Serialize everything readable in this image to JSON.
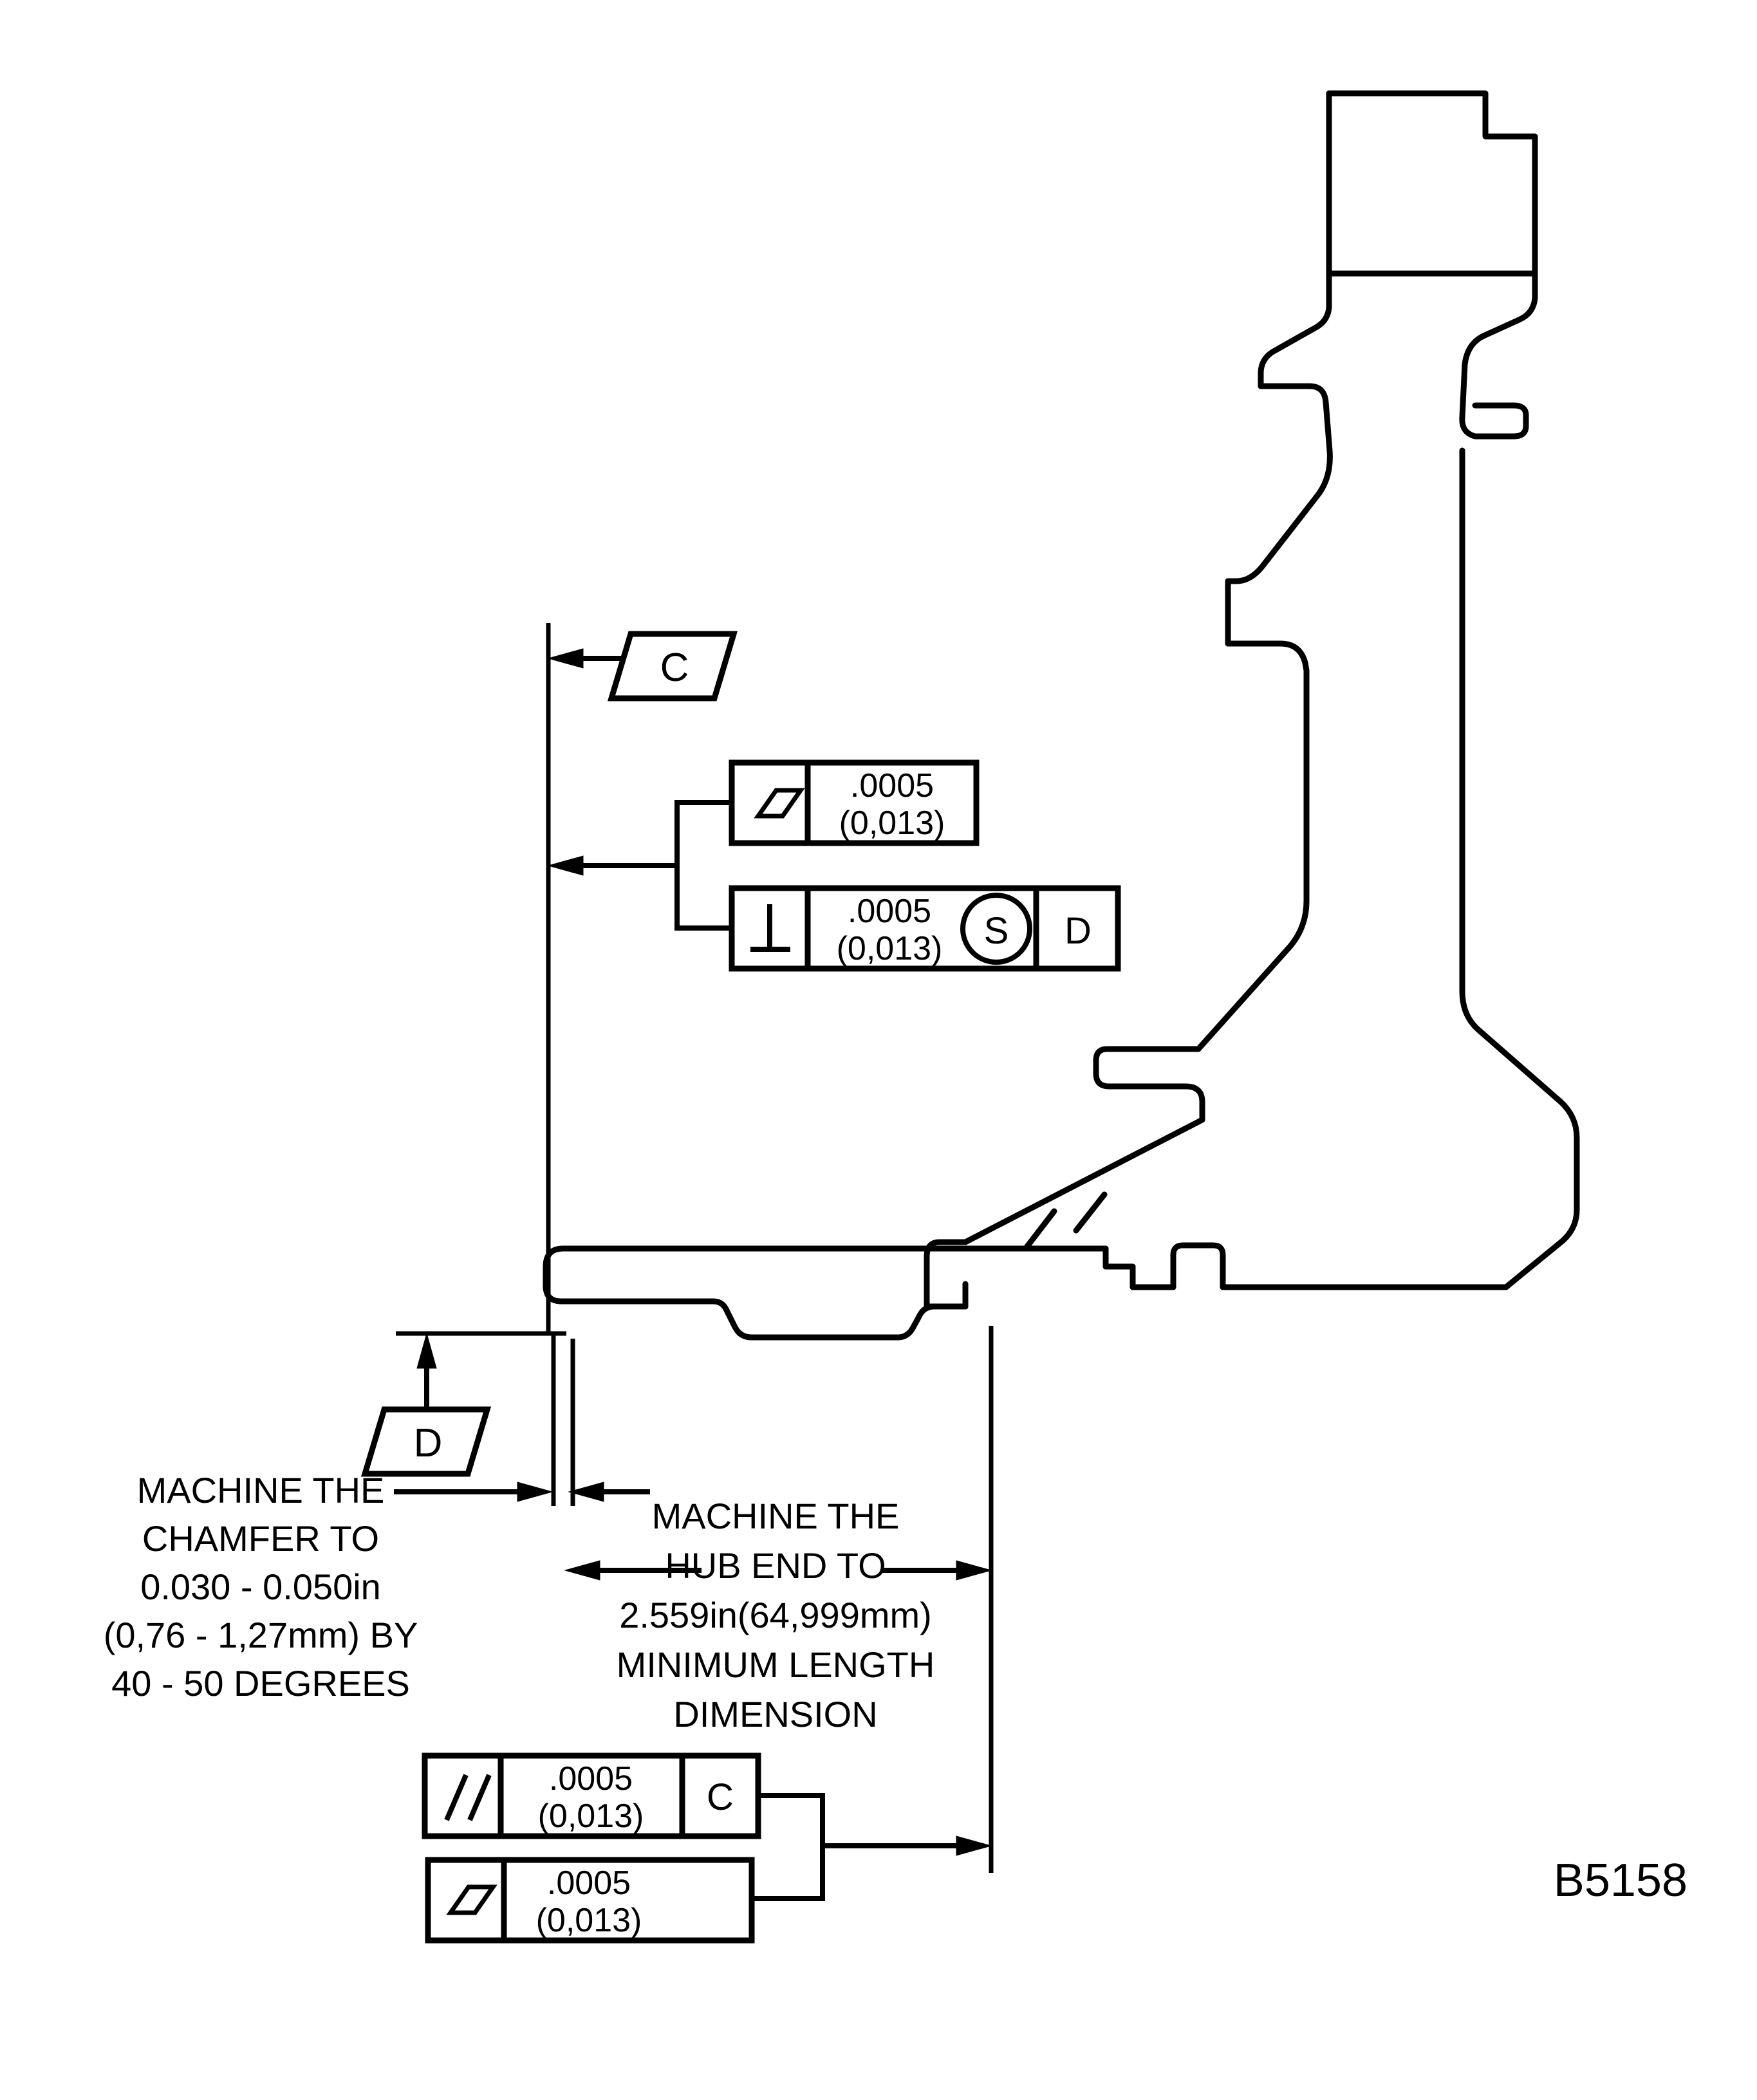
{
  "drawing": {
    "figure_id": "B5158",
    "datum_symbols": [
      {
        "id": "datum-c-upper",
        "label": "C"
      },
      {
        "id": "datum-d-lower",
        "label": "D"
      }
    ],
    "feature_control_frames": [
      {
        "id": "fcf-flatness-upper",
        "symbol": "flatness",
        "symbol_glyph": "parallelogram",
        "tolerance_in": ".0005",
        "tolerance_mm": "(0,013)",
        "modifier": "",
        "datums": []
      },
      {
        "id": "fcf-perpendicularity",
        "symbol": "perpendicularity",
        "symbol_glyph": "perpendicular",
        "tolerance_in": ".0005",
        "tolerance_mm": "(0,013)",
        "modifier": "S",
        "datums": [
          "D"
        ]
      },
      {
        "id": "fcf-parallelism",
        "symbol": "parallelism",
        "symbol_glyph": "double-slash",
        "tolerance_in": ".0005",
        "tolerance_mm": "(0,013)",
        "modifier": "",
        "datums": [
          "C"
        ]
      },
      {
        "id": "fcf-flatness-lower",
        "symbol": "flatness",
        "symbol_glyph": "parallelogram",
        "tolerance_in": ".0005",
        "tolerance_mm": "(0,013)",
        "modifier": "",
        "datums": []
      }
    ],
    "notes": [
      {
        "id": "note-chamfer",
        "lines": [
          "MACHINE THE",
          "CHAMFER TO",
          "0.030 - 0.050in",
          "(0,76 - 1,27mm) BY",
          "40 - 50 DEGREES"
        ]
      },
      {
        "id": "note-hub-end",
        "lines": [
          "MACHINE THE",
          "HUB END TO",
          "2.559in(64,999mm)",
          "MINIMUM LENGTH",
          "DIMENSION"
        ]
      }
    ],
    "colors": {
      "line": "#000000",
      "background": "#ffffff",
      "text": "#000000"
    }
  }
}
